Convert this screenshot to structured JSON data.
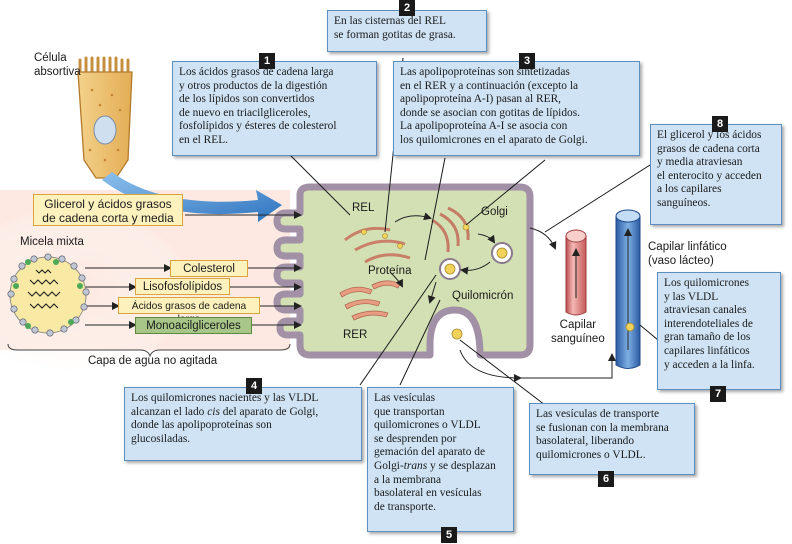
{
  "callouts": {
    "c1": {
      "number": "1",
      "text": "Los ácidos grasos de cadena larga\ny otros productos de la digestión\nde los lípidos son convertidos\nde nuevo en triacilgliceroles,\nfosfolípidos y ésteres de colesterol\nen el REL."
    },
    "c2": {
      "number": "2",
      "text": "En las cisternas del REL\nse forman gotitas de grasa."
    },
    "c3": {
      "number": "3",
      "text": "Las apolipoproteínas son sintetizadas\nen el RER y a continuación (excepto la\napolipoproteína A-I) pasan al RER,\ndonde se asocian con gotitas de lípidos.\nLa apolipoproteína A-I se asocia con\nlos quilomicrones en el aparato de Golgi."
    },
    "c4": {
      "number": "4",
      "text_before_italic": "Los quilomicrones nacientes y las VLDL\nalcanzan el lado ",
      "italic": "cis",
      "text_after_italic": " del aparato de Golgi,\ndonde las apolipoproteínas son\nglucosiladas."
    },
    "c5": {
      "number": "5",
      "text_before_italic": "Las vesículas\nque transportan\nquilomicrones o VLDL\nse desprenden por\ngemación del aparato de\nGolgi-",
      "italic": "trans",
      "text_after_italic": " y se desplazan\na la membrana\nbasolateral en vesículas\nde transporte."
    },
    "c6": {
      "number": "6",
      "text": "Las vesículas de transporte\nse fusionan con la membrana\nbasolateral, liberando\nquilomicrones o VLDL."
    },
    "c7": {
      "number": "7",
      "text": "Los quilomicrones\ny las VLDL\natraviesan canales\ninterendoteliales de\ngran tamaño de los\ncapilares linfáticos\ny acceden a la linfa."
    },
    "c8": {
      "number": "8",
      "text": "El glicerol y los ácidos\ngrasos de cadena corta\ny media atraviesan\nel enterocito y acceden\na los capilares\nsanguíneos."
    }
  },
  "labels": {
    "celula_absortiva": "Célula\nabsortiva",
    "glicerol_box": "Glicerol y ácidos grasos\nde cadena corta y media",
    "micela_mixta": "Micela mixta",
    "colesterol": "Colesterol",
    "lisofosfolipidos": "Lisofosfolípidos",
    "acidos_grasos_larga": "Ácidos grasos de cadena larga",
    "monoacilgliceroles": "Monoacilgliceroles",
    "capa_agua": "Capa de agua no agitada",
    "rel": "REL",
    "rer": "RER",
    "proteina": "Proteína",
    "golgi": "Golgi",
    "quilomicron": "Quilomicrón",
    "capilar_sanguineo": "Capilar\nsanguíneo",
    "capilar_linfatico": "Capilar linfático\n(vaso lácteo)"
  },
  "colors": {
    "callout_fill": "#cfe3f4",
    "callout_border": "#5b8fbf",
    "cytoplasm": "#d3e0b4",
    "cell_membrane": "#a291a6",
    "micelle_bg": "#fbe0d8",
    "lipid_box": "#fdf1bd",
    "mono_box": "#a7c687",
    "blood_capillary": "#e89c9c",
    "lymph_capillary": "#3d6fb5",
    "er_color": "#e0967e",
    "arrow_blue": "#2f74c0"
  }
}
